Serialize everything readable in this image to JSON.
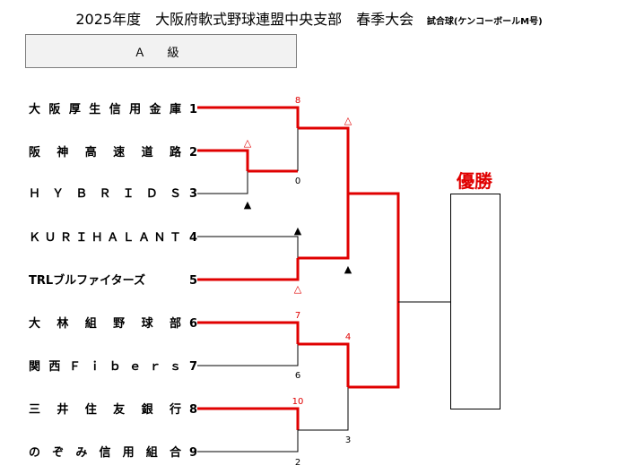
{
  "title": {
    "main": "2025年度　大阪府軟式野球連盟中央支部　春季大会",
    "sub": "試合球(ケンコーボールM号)"
  },
  "class_label": "Ａ 級",
  "champion_label": "優勝",
  "teams": [
    {
      "chars": [
        "大",
        "阪",
        "厚",
        "生",
        "信",
        "用",
        "金",
        "庫"
      ],
      "num": "1"
    },
    {
      "chars": [
        "阪",
        "神",
        "高",
        "速",
        "道",
        "路"
      ],
      "num": "2"
    },
    {
      "chars": [
        "Ｈ",
        "Ｙ",
        "Ｂ",
        "Ｒ",
        "Ｉ",
        "Ｄ",
        "Ｓ"
      ],
      "num": "3"
    },
    {
      "chars": [
        "Ｋ",
        "Ｕ",
        "Ｒ",
        "Ｉ",
        "Ｈ",
        "Ａ",
        "Ｌ",
        "Ａ",
        "Ｎ",
        "Ｔ"
      ],
      "num": "4"
    },
    {
      "chars": [
        "TRLブルファイターズ"
      ],
      "num": "5"
    },
    {
      "chars": [
        "大",
        "林",
        "組",
        "野",
        "球",
        "部"
      ],
      "num": "6"
    },
    {
      "chars": [
        "関",
        "西",
        "Ｆ",
        "ｉ",
        "ｂ",
        "ｅ",
        "ｒ",
        "ｓ"
      ],
      "num": "7"
    },
    {
      "chars": [
        "三",
        "井",
        "住",
        "友",
        "銀",
        "行"
      ],
      "num": "8"
    },
    {
      "chars": [
        "の",
        "ぞ",
        "み",
        "信",
        "用",
        "組",
        "合"
      ],
      "num": "9"
    }
  ],
  "scores": {
    "r1_8": "8",
    "r1_0": "0",
    "r1_7": "7",
    "r1_6": "6",
    "r1_10": "10",
    "r1_2": "2",
    "r2_4": "4",
    "r2_3": "3"
  },
  "marks": {
    "open_triangle": "△",
    "solid_triangle": "▲"
  },
  "colors": {
    "win_line": "#e00000",
    "lose_line": "#000000",
    "score_red": "#e00000"
  }
}
